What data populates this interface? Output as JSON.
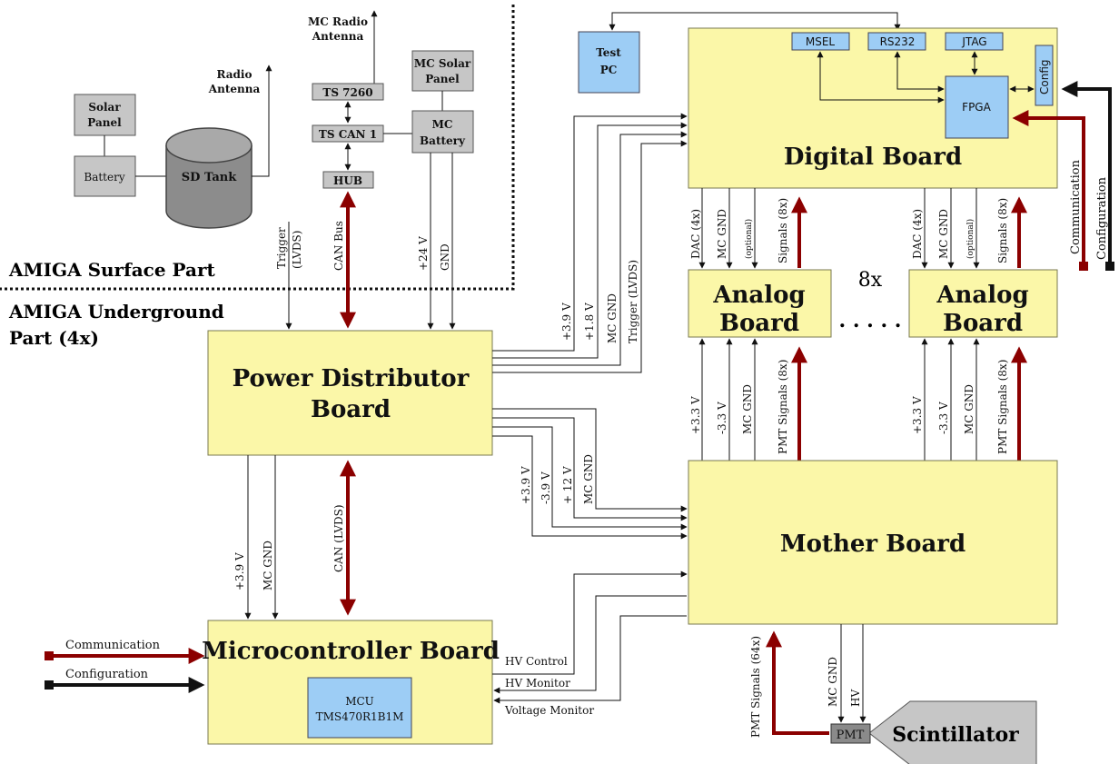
{
  "sections": {
    "surface": "AMIGA Surface Part",
    "underground_1": "AMIGA Underground",
    "underground_2": "Part (4x)"
  },
  "surface": {
    "solar_panel_1": "Solar",
    "solar_panel_2": "Panel",
    "battery": "Battery",
    "sd_tank": "SD Tank",
    "radio_antenna_1": "Radio",
    "radio_antenna_2": "Antenna",
    "mc_radio_antenna_1": "MC Radio",
    "mc_radio_antenna_2": "Antenna",
    "ts7260": "TS 7260",
    "tscan1": "TS CAN 1",
    "hub": "HUB",
    "mc_solar_1": "MC Solar",
    "mc_solar_2": "Panel",
    "mc_battery_1": "MC",
    "mc_battery_2": "Battery",
    "trigger_1": "Trigger",
    "trigger_2": "(LVDS)",
    "can_bus": "CAN Bus",
    "plus24v": "+24 V",
    "gnd": "GND"
  },
  "test_pc_1": "Test",
  "test_pc_2": "PC",
  "digital_board": {
    "title": "Digital Board",
    "msel": "MSEL",
    "rs232": "RS232",
    "jtag": "JTAG",
    "fpga": "FPGA",
    "config": "Config",
    "communication": "Communication",
    "configuration": "Configuration"
  },
  "analog_board": {
    "title_1": "Analog",
    "title_2": "Board",
    "multiplier": "8x",
    "dots": ". . . . ."
  },
  "analog_lines": {
    "dac": "DAC (4x)",
    "mcgnd": "MC GND",
    "optional": "(optional)",
    "signals": "Signals (8x)"
  },
  "mother_lines": {
    "p33": "+3.3 V",
    "m33": "-3.3 V",
    "mcgnd": "MC GND",
    "pmt": "PMT Signals (8x)"
  },
  "power_board": {
    "title_1": "Power Distributor",
    "title_2": "Board",
    "out_top": [
      "+3.9 V",
      "+1.8 V",
      "MC GND",
      "Trigger (LVDS)"
    ],
    "out_mid": [
      "+3.9 V",
      "-3.9 V",
      "+ 12 V",
      "MC GND"
    ]
  },
  "pdb_to_mcu": {
    "p39": "+3.9 V",
    "mcgnd": "MC GND",
    "can": "CAN (LVDS)"
  },
  "mother_board": {
    "title": "Mother Board"
  },
  "mcu_board": {
    "title": "Microcontroller Board",
    "mcu_1": "MCU",
    "mcu_2": "TMS470R1B1M",
    "communication": "Communication",
    "configuration": "Configuration",
    "hv_control": "HV Control",
    "hv_monitor": "HV Monitor",
    "voltage_monitor": "Voltage Monitor"
  },
  "scint": {
    "pmt_signals": "PMT Signals (64x)",
    "mcgnd": "MC GND",
    "hv": "HV",
    "pmt": "PMT",
    "scintillator": "Scintillator"
  },
  "colors": {
    "board": "#fbf7a8",
    "gray": "#c6c6c6",
    "blue": "#9dcdf5",
    "red": "#8b0000"
  }
}
